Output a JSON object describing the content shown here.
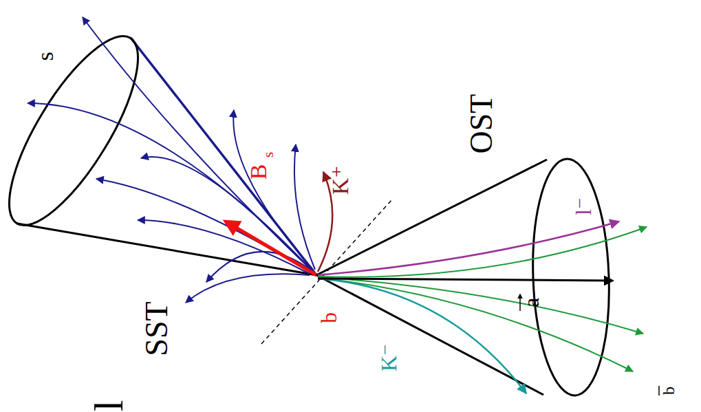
{
  "diagram": {
    "labels": [
      "SST",
      "B",
      "s",
      "K⁺",
      "OST",
      "l⁻",
      "K⁻",
      "b",
      "a",
      "b",
      "s",
      "l"
    ]
  }
}
